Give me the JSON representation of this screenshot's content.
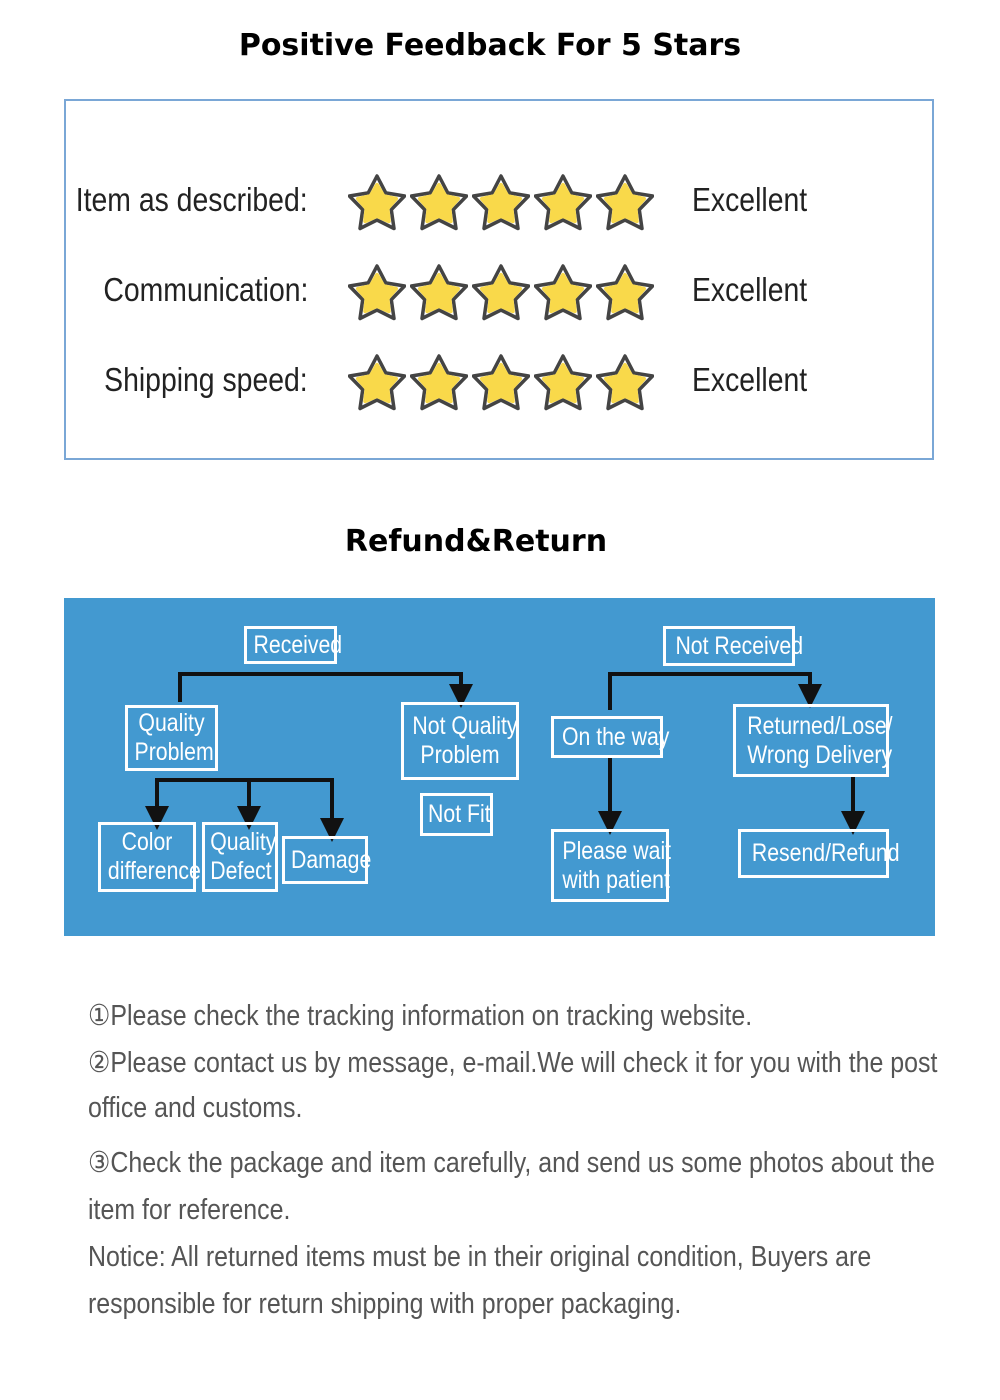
{
  "feedback": {
    "title": "Positive Feedback For 5 Stars",
    "rows": [
      {
        "label": "Item as described:",
        "stars": 5,
        "max_stars": 5,
        "value": "Excellent"
      },
      {
        "label": "Communication:",
        "stars": 5,
        "max_stars": 5,
        "value": "Excellent"
      },
      {
        "label": "Shipping speed:",
        "stars": 5,
        "max_stars": 5,
        "value": "Excellent"
      }
    ],
    "star_fill_color": "#f9d94a",
    "star_outline_color": "#444444"
  },
  "refund": {
    "title": "Refund&Return",
    "background_color": "#4399d0",
    "nodes": {
      "received": [
        "Received"
      ],
      "quality_problem": [
        "Quality",
        "Problem"
      ],
      "not_quality_problem": [
        "Not Quality",
        "Problem"
      ],
      "not_fit": [
        "Not Fit"
      ],
      "color_difference": [
        "Color",
        "difference"
      ],
      "quality_defect": [
        "Quality",
        "Defect"
      ],
      "damage": [
        "Damage"
      ],
      "not_received": [
        "Not Received"
      ],
      "on_the_way": [
        "On the way"
      ],
      "returned_lose": [
        "Returned/Lose/",
        "Wrong Delivery"
      ],
      "please_wait": [
        "Please wait",
        "with patient"
      ],
      "resend_refund": [
        "Resend/Refund"
      ]
    }
  },
  "notes": {
    "lines": [
      "①Please check the tracking information on tracking website.",
      "②Please contact us by message, e-mail.We will check it for you with the post",
      "office and customs.",
      "③Check the package and item carefully, and send us some photos about the",
      "item for reference.",
      "Notice: All returned items must be in their original condition, Buyers are",
      "responsible for return shipping with proper packaging."
    ]
  }
}
